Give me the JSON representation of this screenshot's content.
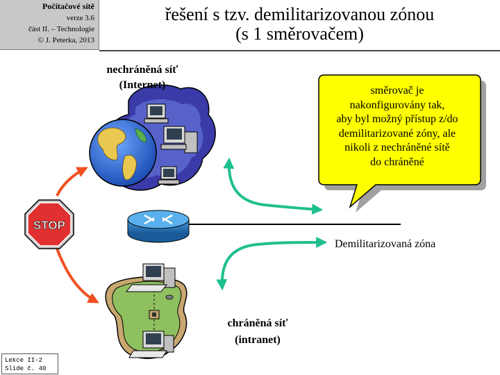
{
  "header": {
    "course": "Počítačové sítě",
    "version": "verze 3.6",
    "part": "část II. – Technologie",
    "author": "© J. Peterka, 2013"
  },
  "title": {
    "line1": "řešení s tzv. demilitarizovanou zónou",
    "line2": "(s 1 směrovačem)"
  },
  "internet": {
    "name": "nechráněná síť",
    "sub": "(Internet)"
  },
  "intranet": {
    "name": "chráněná síť",
    "sub": "(intranet)"
  },
  "dmz": {
    "label": "Demilitarizovaná zóna"
  },
  "callout": {
    "lines": [
      "směrovač je",
      "nakonfigurovány  tak,",
      "aby byl možný  přístup z/do",
      "demilitarizované zóny, ale",
      "nikoli z nechráněné  sítě",
      "do chráněné"
    ]
  },
  "stop_sign": {
    "text": "STOP"
  },
  "footer": {
    "lesson": "Lekce II-2",
    "slide": "Slide č. 40"
  },
  "colors": {
    "callout_fill": "#ffff00",
    "arrow_green": "#1fbf8f",
    "arrow_red": "#f05020",
    "stop_red": "#e03030",
    "router_blue": "#2a7ab8",
    "cloud_blue": "#3a3aa8",
    "land_green": "#8fc060",
    "land_tan": "#c8a870"
  }
}
